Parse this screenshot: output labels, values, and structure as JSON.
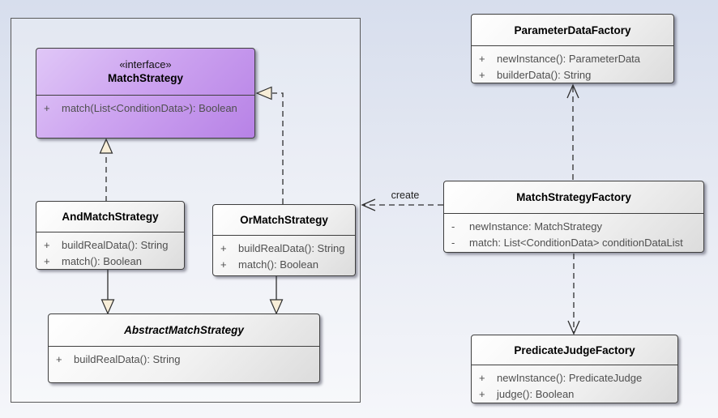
{
  "classes": {
    "match_strategy": {
      "stereotype": "«interface»",
      "name": "MatchStrategy",
      "members": [
        {
          "vis": "+",
          "text": "match(List<ConditionData>): Boolean"
        }
      ]
    },
    "and_match_strategy": {
      "name": "AndMatchStrategy",
      "members": [
        {
          "vis": "+",
          "text": "buildRealData(): String"
        },
        {
          "vis": "+",
          "text": "match(): Boolean"
        }
      ]
    },
    "or_match_strategy": {
      "name": "OrMatchStrategy",
      "members": [
        {
          "vis": "+",
          "text": "buildRealData(): String"
        },
        {
          "vis": "+",
          "text": "match(): Boolean"
        }
      ]
    },
    "abstract_match_strategy": {
      "name": "AbstractMatchStrategy",
      "members": [
        {
          "vis": "+",
          "text": "buildRealData(): String"
        }
      ]
    },
    "parameter_data_factory": {
      "name": "ParameterDataFactory",
      "members": [
        {
          "vis": "+",
          "text": "newInstance(): ParameterData"
        },
        {
          "vis": "+",
          "text": "builderData(): String"
        }
      ]
    },
    "match_strategy_factory": {
      "name": "MatchStrategyFactory",
      "members": [
        {
          "vis": "-",
          "text": "newInstance: MatchStrategy"
        },
        {
          "vis": "-",
          "text": "match: List<ConditionData> conditionDataList"
        }
      ]
    },
    "predicate_judge_factory": {
      "name": "PredicateJudgeFactory",
      "members": [
        {
          "vis": "+",
          "text": "newInstance(): PredicateJudge"
        },
        {
          "vis": "+",
          "text": "judge(): Boolean"
        }
      ]
    }
  },
  "connectors": {
    "create_label": "create"
  },
  "colors": {
    "interface_fill_start": "#e0c7f7",
    "interface_fill_end": "#b782e6",
    "class_fill_start": "#ffffff",
    "class_fill_end": "#dcdcdc",
    "triangle_fill": "#f8eed8",
    "line_color": "#2e2e2e",
    "background_start": "#d7deed",
    "background_end": "#f5f6fa"
  }
}
